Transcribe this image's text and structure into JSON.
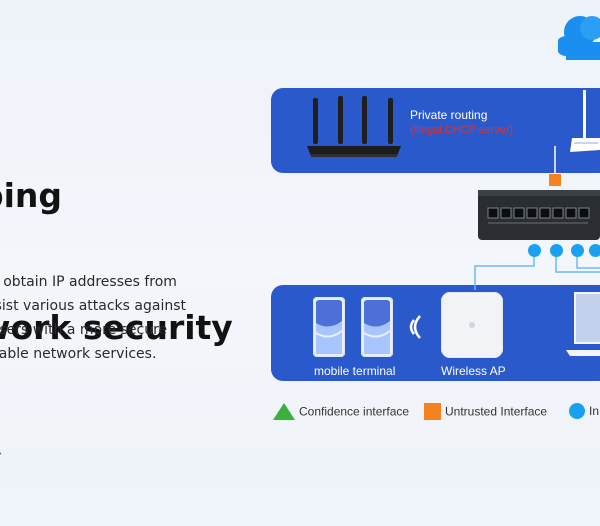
{
  "headline": {
    "line1": "ping",
    "line2": "work security",
    "line3": "y"
  },
  "description": {
    "line1": "ts obtain IP addresses from",
    "line2": "esist various attacks against",
    "line3": " users with a more secure",
    "line4": "stable network services."
  },
  "top_panel": {
    "title": "Private routing",
    "subtitle": "(illegal DHCP server)"
  },
  "bottom_panel": {
    "mobile_label": "mobile terminal",
    "ap_label": "Wireless AP"
  },
  "legend": {
    "confidence": "Confidence interface",
    "untrusted": "Untrusted Interface",
    "port": "In"
  },
  "colors": {
    "panel_blue": "#2a59cc",
    "confidence_green": "#3ab13b",
    "untrusted_orange": "#f5821f",
    "port_blue": "#1aa0f0",
    "illegal_red": "#e0302a"
  }
}
